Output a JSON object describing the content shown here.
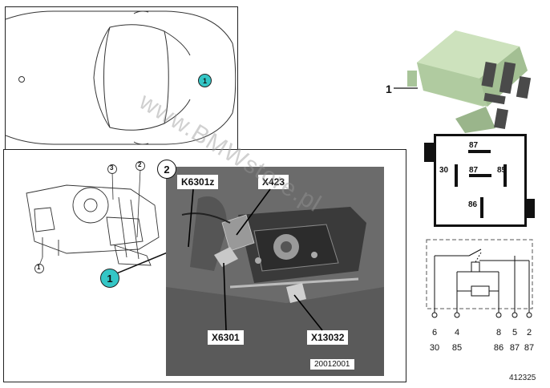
{
  "top_view": {
    "marker": "1"
  },
  "part_label": "1",
  "detail": {
    "panel_number": "2",
    "callout_marker": "1",
    "small_markers": [
      "1",
      "2",
      "3"
    ],
    "connectors": [
      "K6301z",
      "X423",
      "X6301",
      "X13032"
    ],
    "photo_code": "20012001"
  },
  "relay_face": {
    "pins": [
      "87",
      "87",
      "30",
      "85",
      "86"
    ]
  },
  "schematic": {
    "pin_numbers": [
      "6",
      "4",
      "8",
      "5",
      "2"
    ],
    "terminals": [
      "30",
      "85",
      "86",
      "87",
      "87"
    ]
  },
  "watermark": "www.BMWstore.pl",
  "reference": "412325",
  "colors": {
    "callout": "#34c6c6",
    "relay_body": "#b9d3a8",
    "photo_bg": "#6e6e6e"
  }
}
